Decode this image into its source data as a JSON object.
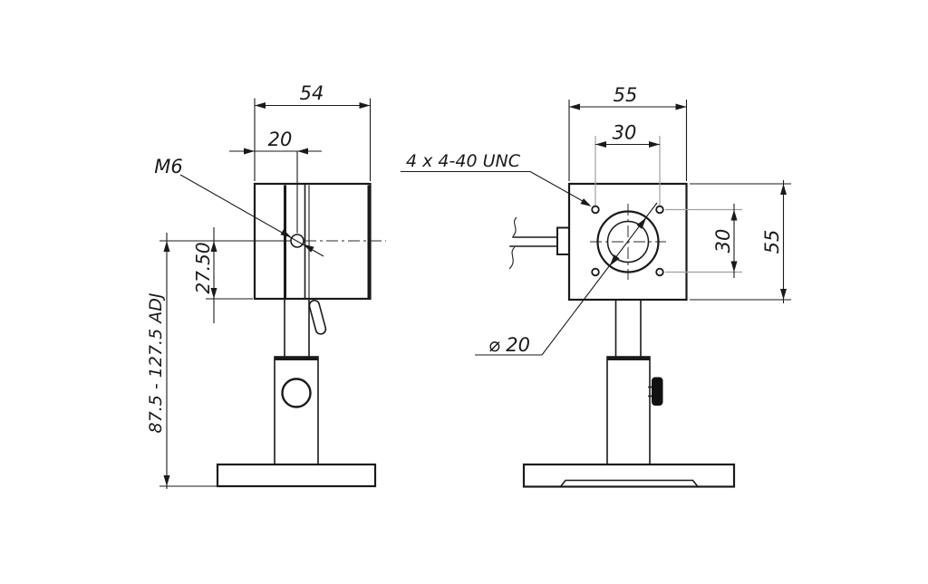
{
  "drawing": {
    "kind": "technical-drawing-2-views",
    "colors": {
      "line": "#1a1a1a",
      "extension_line": "#a0a0a0",
      "knob_fill": "#111111",
      "background": "#ffffff"
    },
    "side": {
      "dims": {
        "body_width": "54",
        "aperture_offset": "20",
        "thread": "M6",
        "center_height": "27.50",
        "height_adjust": "87.5 - 127.5 ADJ"
      }
    },
    "front": {
      "dims": {
        "body_width": "55",
        "body_height": "55",
        "hole_spacing_h": "30",
        "hole_spacing_v": "30",
        "mounting_holes": "4 x 4-40 UNC",
        "aperture_diameter": "⌀ 20"
      }
    }
  }
}
